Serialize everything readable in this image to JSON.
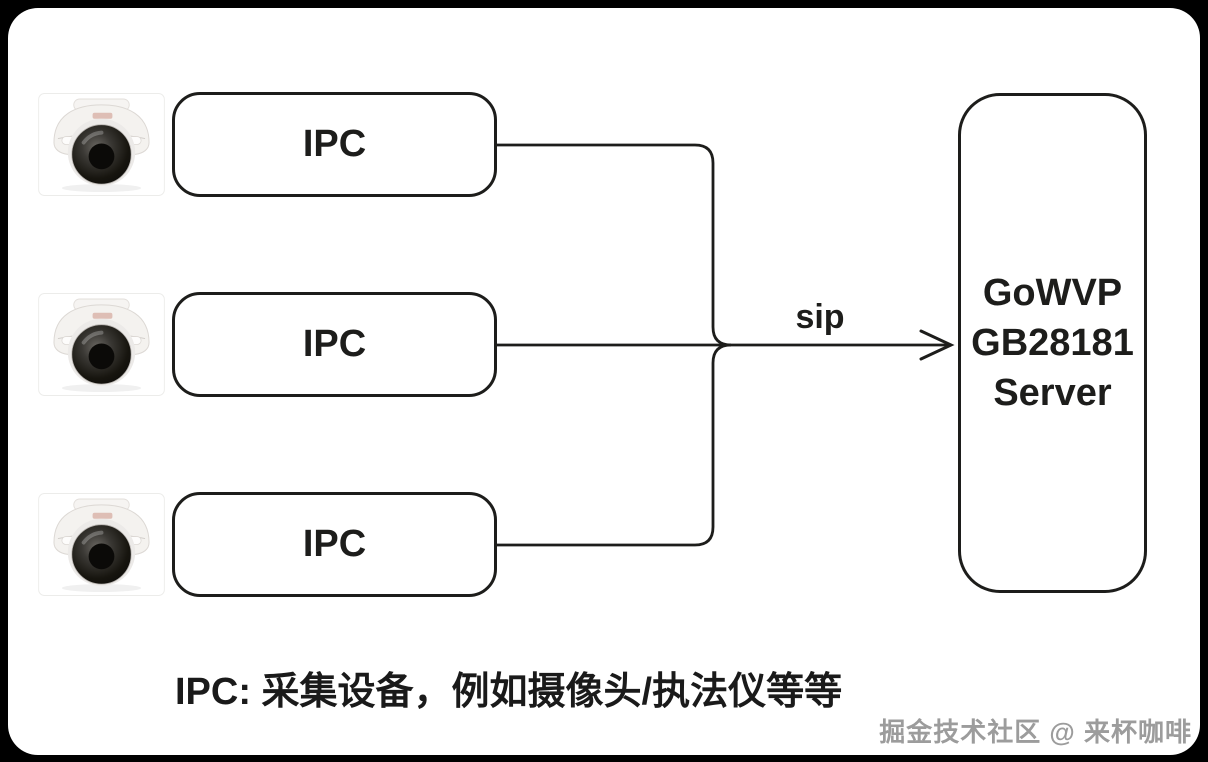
{
  "page": {
    "background_color": "#000000",
    "canvas_color": "#ffffff"
  },
  "diagram": {
    "line_color": "#1d1d1b",
    "ipc_nodes": [
      {
        "label": "IPC",
        "icon": "dome-camera-image"
      },
      {
        "label": "IPC",
        "icon": "dome-camera-image"
      },
      {
        "label": "IPC",
        "icon": "dome-camera-image"
      }
    ],
    "server_node": {
      "line1": "GoWVP",
      "line2": "GB28181",
      "line3": "Server"
    },
    "arrow_label": "sip",
    "caption": "IPC: 采集设备，例如摄像头/执法仪等等",
    "watermark": "掘金技术社区 @ 来杯咖啡"
  }
}
